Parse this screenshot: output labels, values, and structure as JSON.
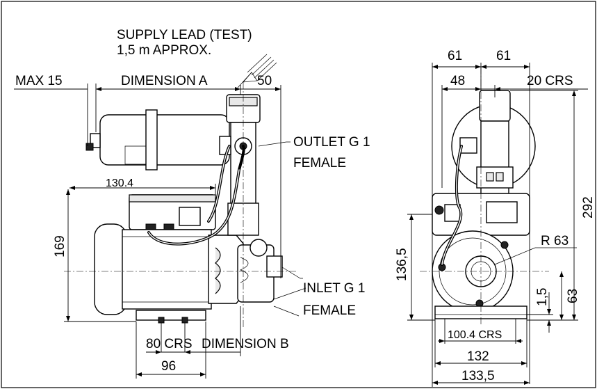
{
  "labels": {
    "supply_lead_line1": "SUPPLY LEAD (TEST)",
    "supply_lead_line2": "1,5 m APPROX.",
    "max15": "MAX 15",
    "dimension_a": "DIMENSION A",
    "dim_50": "50",
    "outlet_line1": "OUTLET G 1",
    "outlet_line2": "FEMALE",
    "dim_130_4": "130.4",
    "dim_169": "169",
    "inlet_line1": "INLET G 1",
    "inlet_line2": "FEMALE",
    "dim_80crs": "80 CRS",
    "dimension_b": "DIMENSION B",
    "dim_96": "96",
    "dim_61_left": "61",
    "dim_61_right": "61",
    "dim_48": "48",
    "dim_20crs": "20 CRS",
    "dim_292": "292",
    "dim_136_5": "136,5",
    "dim_r63": "R 63",
    "dim_1_5": "1,5",
    "dim_63": "63",
    "dim_100_4crs": "100.4 CRS",
    "dim_132": "132",
    "dim_133_5": "133,5"
  }
}
